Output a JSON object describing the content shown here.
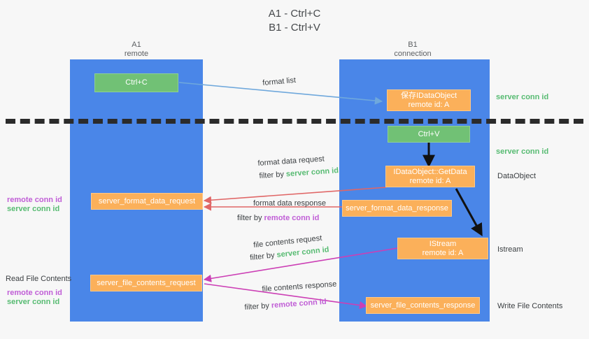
{
  "title": {
    "line1": "A1 - Ctrl+C",
    "line2": "B1 - Ctrl+V"
  },
  "lanes": [
    {
      "id": "a1",
      "title": "A1",
      "subtitle": "remote",
      "color": "#4a86e8"
    },
    {
      "id": "b1",
      "title": "B1",
      "subtitle": "connection",
      "color": "#4a86e8"
    }
  ],
  "colors": {
    "lane": "#4a86e8",
    "green_node": "#71c175",
    "orange_node": "#fbb05a",
    "server_conn_id": "#57bb72",
    "remote_conn_id": "#c05ed6",
    "arrow_blue": "#6fa8dc",
    "arrow_red": "#e06666",
    "arrow_magenta": "#cc3fb5",
    "arrow_black": "#000000",
    "dash_line": "#2b2b2b"
  },
  "nodes": [
    {
      "key": "ctrl_c",
      "label": "Ctrl+C",
      "style": "green"
    },
    {
      "key": "save_idataobject",
      "label": "保存IDataObject\nremote id: A",
      "style": "orange"
    },
    {
      "key": "ctrl_v",
      "label": "Ctrl+V",
      "style": "green"
    },
    {
      "key": "idataobject_getdata",
      "label": "IDataObject::GetData\nremote id: A",
      "style": "orange"
    },
    {
      "key": "server_format_data_request",
      "label": "server_format_data_request",
      "style": "orange"
    },
    {
      "key": "server_format_data_response",
      "label": "server_format_data_response",
      "style": "orange"
    },
    {
      "key": "istream",
      "label": "IStream\nremote id: A",
      "style": "orange"
    },
    {
      "key": "server_file_contents_request",
      "label": "server_file_contents_request",
      "style": "orange"
    },
    {
      "key": "server_file_contents_response",
      "label": "server_file_contents_response",
      "style": "orange"
    }
  ],
  "edge_labels": {
    "format_list": "format list",
    "format_data_request": "format data request",
    "format_data_request_filter_prefix": "filter by ",
    "format_data_request_filter_value": "server conn id",
    "format_data_response": "format data response",
    "format_data_response_filter_prefix": "filter by ",
    "format_data_response_filter_value": "remote conn id",
    "file_contents_request": "file contents request",
    "file_contents_request_filter_prefix": "filter by ",
    "file_contents_request_filter_value": "server conn id",
    "file_contents_response": "file contents response",
    "file_contents_response_filter_prefix": "filter by ",
    "file_contents_response_filter_value": "remote conn id"
  },
  "annotations": {
    "right_server_conn_id_1": "server conn id",
    "right_server_conn_id_2": "server conn id",
    "right_dataobject": "DataObject",
    "right_istream": "Istream",
    "right_write_file_contents": "Write File Contents",
    "left_remote_conn_id_1": "remote conn id",
    "left_server_conn_id_1": "server conn id",
    "left_read_file_contents": "Read File Contents",
    "left_remote_conn_id_2": "remote conn id",
    "left_server_conn_id_2": "server conn id"
  }
}
